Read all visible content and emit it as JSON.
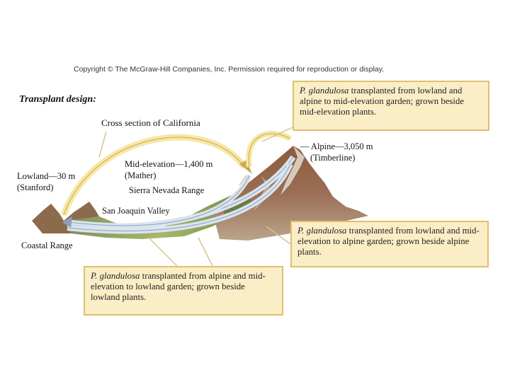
{
  "copyright": "Copyright © The McGraw-Hill Companies, Inc. Permission required for reproduction or display.",
  "heading": "Transplant design:",
  "cross_section": "Cross section of California",
  "labels": {
    "lowland": "Lowland—30 m",
    "lowland_site": "(Stanford)",
    "mid": "Mid-elevation—1,400 m",
    "mid_site": "(Mather)",
    "sierra": "Sierra Nevada Range",
    "valley": "San Joaquin Valley",
    "alpine": "— Alpine—3,050 m",
    "alpine_site": "(Timberline)",
    "coastal": "Coastal Range"
  },
  "callouts": {
    "mid": {
      "species": "P. glandulosa",
      "text": " transplanted from lowland and alpine to mid-elevation garden; grown beside mid-elevation plants."
    },
    "alpine": {
      "species": "P. glandulosa",
      "text": " transplanted from lowland and mid-elevation to alpine garden; grown beside alpine plants."
    },
    "lowland": {
      "species": "P. glandulosa",
      "text": " transplanted from alpine and mid-elevation to lowland garden; grown beside lowland plants."
    }
  },
  "colors": {
    "callout_fill": "#fbeec6",
    "callout_border": "#e0c070",
    "arrow_yellow": "#f7e7a6",
    "arrow_blue": "#d9e4f0"
  }
}
